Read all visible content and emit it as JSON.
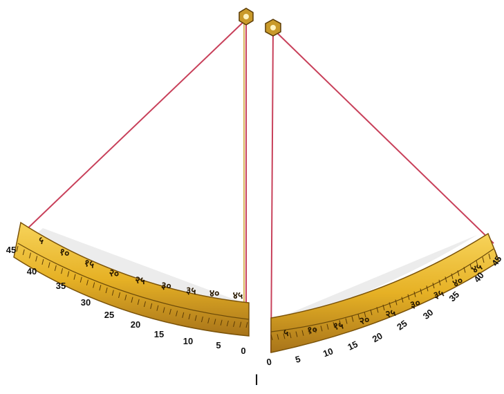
{
  "caption": "I",
  "colors": {
    "background": "#ffffff",
    "arm_line": "#c8405a",
    "brass_light": "#f2c230",
    "brass_dark": "#9a6a10",
    "shadow": "#e9e9e9"
  },
  "instruments": [
    {
      "name": "left-quadrant",
      "scale_labels": [
        "45",
        "40",
        "35",
        "30",
        "25",
        "20",
        "15",
        "10",
        "5",
        "0"
      ],
      "devanagari_labels": [
        "५",
        "१०",
        "१५",
        "२०",
        "२५",
        "३०",
        "३५",
        "४०",
        "४५"
      ]
    },
    {
      "name": "right-quadrant",
      "scale_labels": [
        "0",
        "5",
        "10",
        "15",
        "20",
        "25",
        "30",
        "35",
        "40",
        "45"
      ],
      "devanagari_labels": [
        "५",
        "१०",
        "१५",
        "२०",
        "२५",
        "३०",
        "३५",
        "४०",
        "४५"
      ]
    }
  ]
}
